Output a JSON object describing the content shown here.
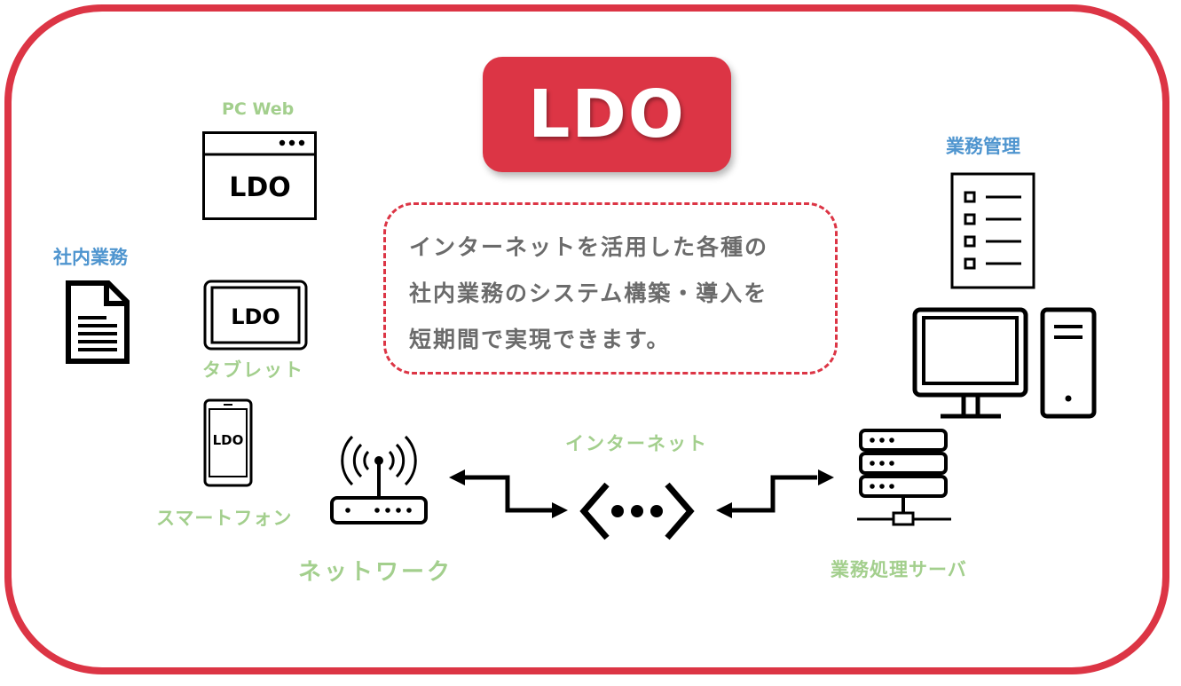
{
  "title": "LDO",
  "description": {
    "lines": [
      "インターネットを活用した各種の",
      "社内業務のシステム構築・導入を",
      "短期間で実現できます。"
    ]
  },
  "labels": {
    "pc_web": "PC Web",
    "internal_work": "社内業務",
    "tablet": "タブレット",
    "smartphone": "スマートフォン",
    "network": "ネットワーク",
    "internet": "インターネット",
    "business_management": "業務管理",
    "business_server": "業務処理サーバ"
  },
  "device_screens": {
    "pc_web": "LDO",
    "tablet": "LDO",
    "smartphone": "LDO"
  },
  "icons": [
    "browser-window-icon",
    "document-icon",
    "tablet-icon",
    "smartphone-icon",
    "wifi-router-icon",
    "internet-network-icon",
    "checklist-icon",
    "desktop-computer-icon",
    "server-rack-icon"
  ],
  "colors": {
    "accent_red": "#dc3545",
    "label_green": "#a3cf8d",
    "label_blue": "#4f95cf",
    "description_gray": "#6b6b6b"
  }
}
